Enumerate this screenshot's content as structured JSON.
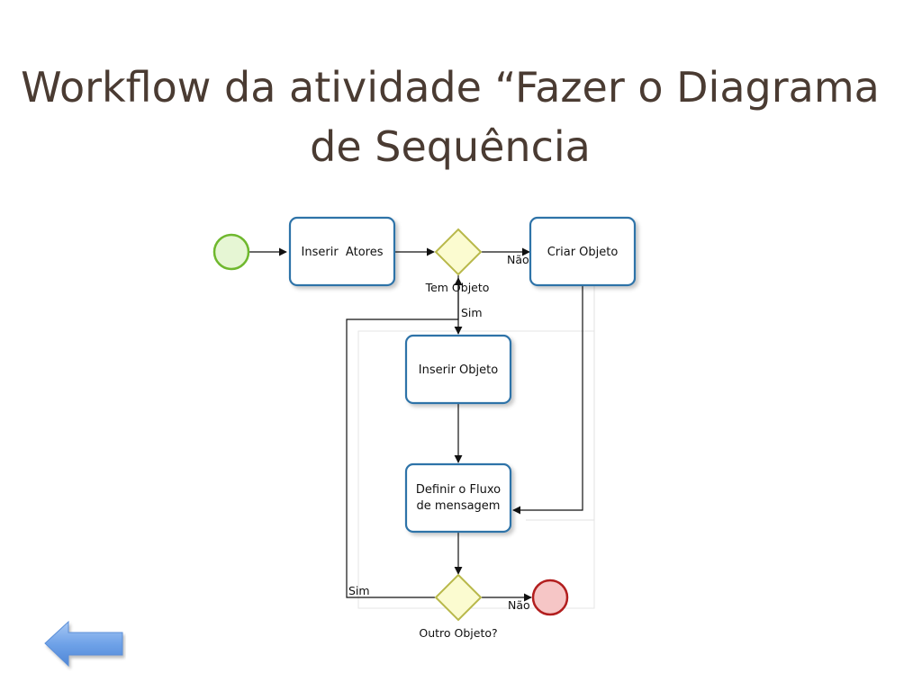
{
  "title": {
    "line1": "Workflow da atividade “Fazer o Diagrama",
    "line2": "de Sequência"
  },
  "diagram": {
    "tasks": {
      "inserir_atores": "Inserir  Atores",
      "criar_objeto": "Criar Objeto",
      "inserir_objeto": "Inserir Objeto",
      "definir_fluxo_l1": "Definir o Fluxo",
      "definir_fluxo_l2": "de mensagem"
    },
    "gateways": {
      "tem_objeto": "Tem Objeto",
      "outro_objeto": "Outro Objeto?"
    },
    "flow_labels": {
      "nao_top": "Não",
      "sim_top": "Sim",
      "sim_loop": "Sim",
      "nao_bottom": "Não"
    },
    "colors": {
      "task_stroke": "#2e73a8",
      "gateway_fill": "#fbfbd0",
      "gateway_stroke": "#b8b84a",
      "start_fill": "#e6f6d4",
      "start_stroke": "#6fb82e",
      "end_fill": "#f6c6c6",
      "end_stroke": "#b21e1e",
      "arrow_fill": "#6fa2e8"
    }
  },
  "nav": {
    "back_icon": "left-arrow-icon"
  }
}
